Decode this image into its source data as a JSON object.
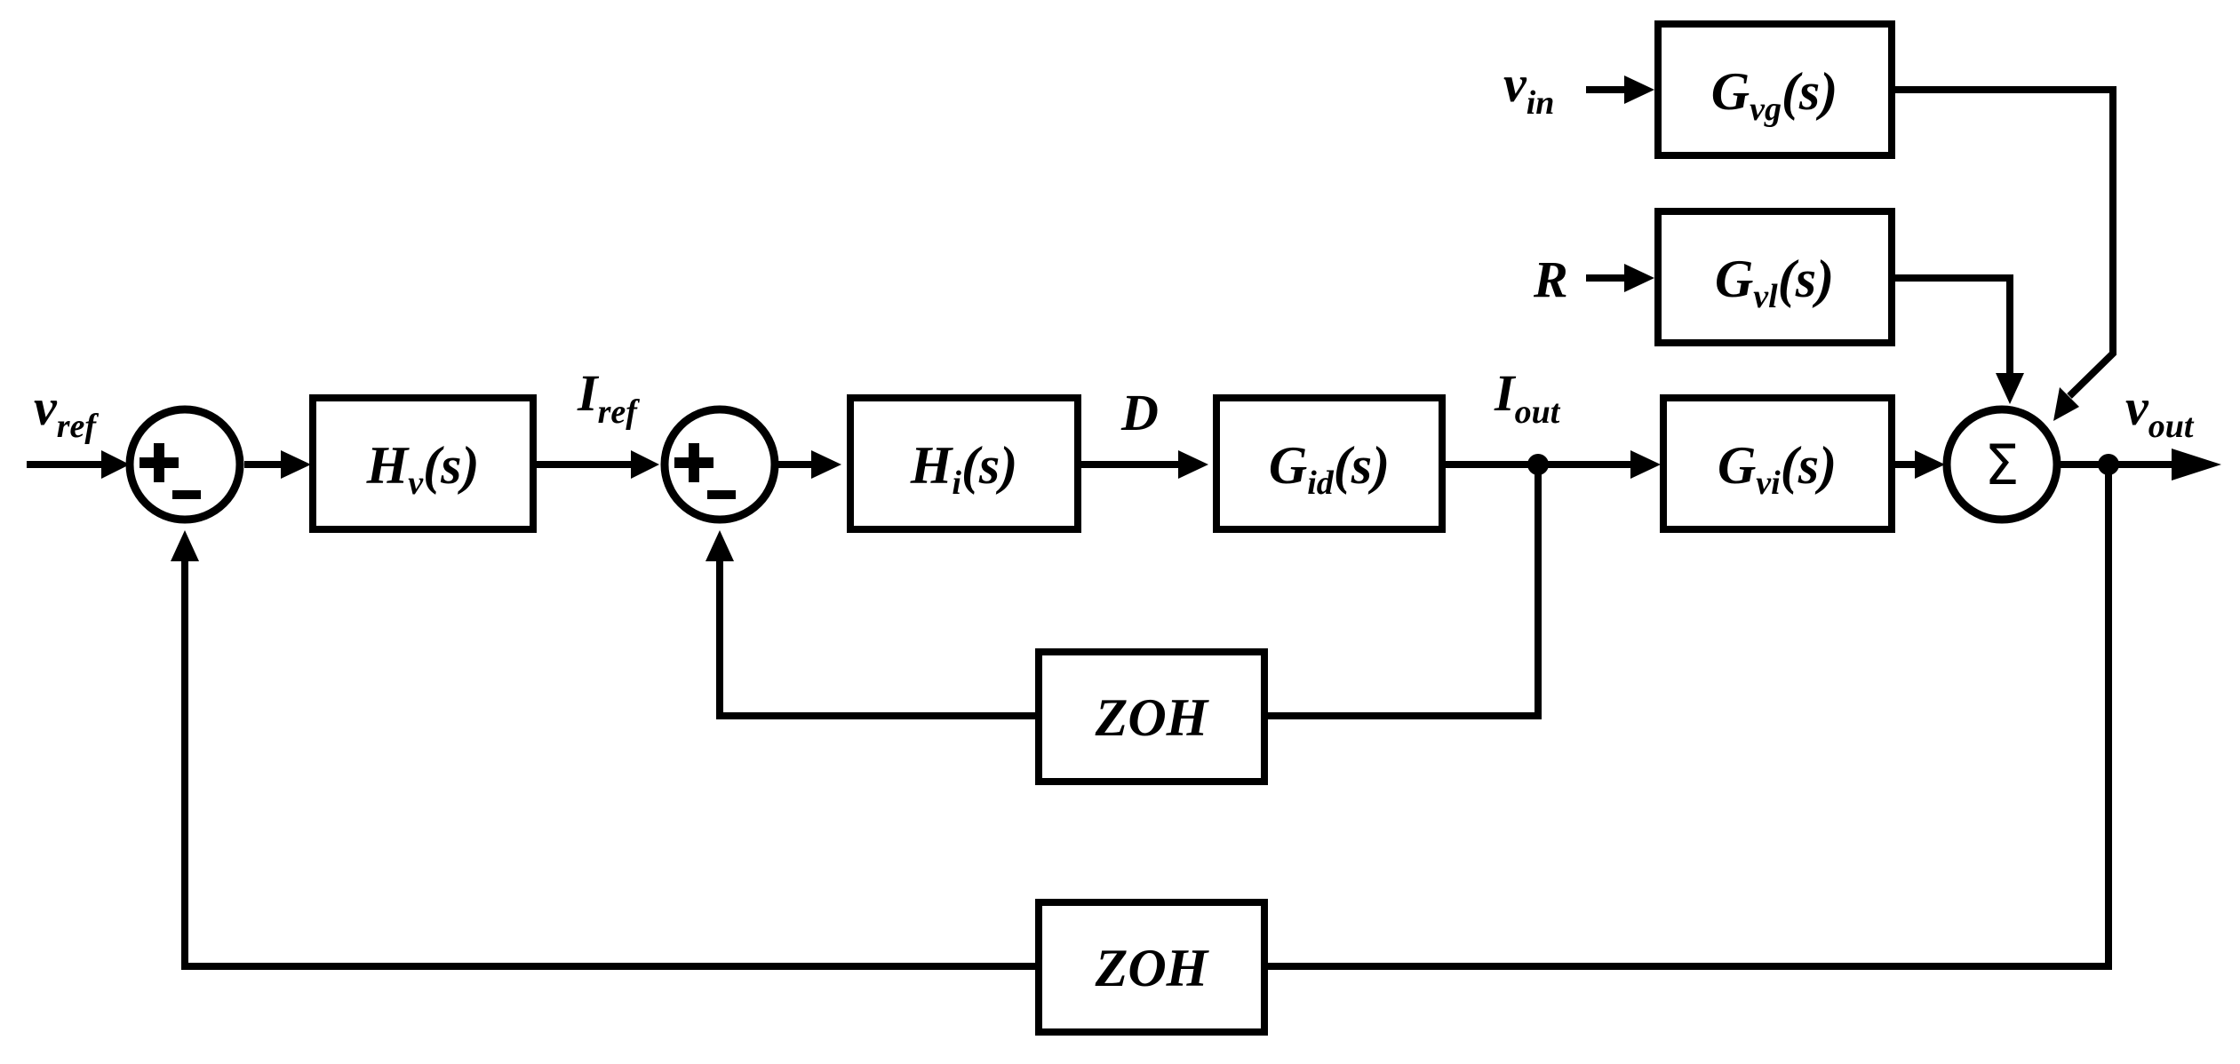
{
  "signals": {
    "v_ref": {
      "base": "v",
      "sub": "ref"
    },
    "I_ref": {
      "base": "I",
      "sub": "ref"
    },
    "D": "D",
    "I_out": {
      "base": "I",
      "sub": "out"
    },
    "v_out": {
      "base": "v",
      "sub": "out"
    },
    "v_in": {
      "base": "v",
      "sub": "in"
    },
    "R": "R"
  },
  "blocks": {
    "Hv": {
      "base": "H",
      "sub": "v",
      "arg": "(s)"
    },
    "Hi": {
      "base": "H",
      "sub": "i",
      "arg": "(s)"
    },
    "Gid": {
      "base": "G",
      "sub": "id",
      "arg": "(s)"
    },
    "Gvi": {
      "base": "G",
      "sub": "vi",
      "arg": "(s)"
    },
    "Gvl": {
      "base": "G",
      "sub": "vl",
      "arg": "(s)"
    },
    "Gvg": {
      "base": "G",
      "sub": "vg",
      "arg": "(s)"
    },
    "zoh_inner": "ZOH",
    "zoh_outer": "ZOH"
  },
  "summing": {
    "symbol": "Σ"
  }
}
